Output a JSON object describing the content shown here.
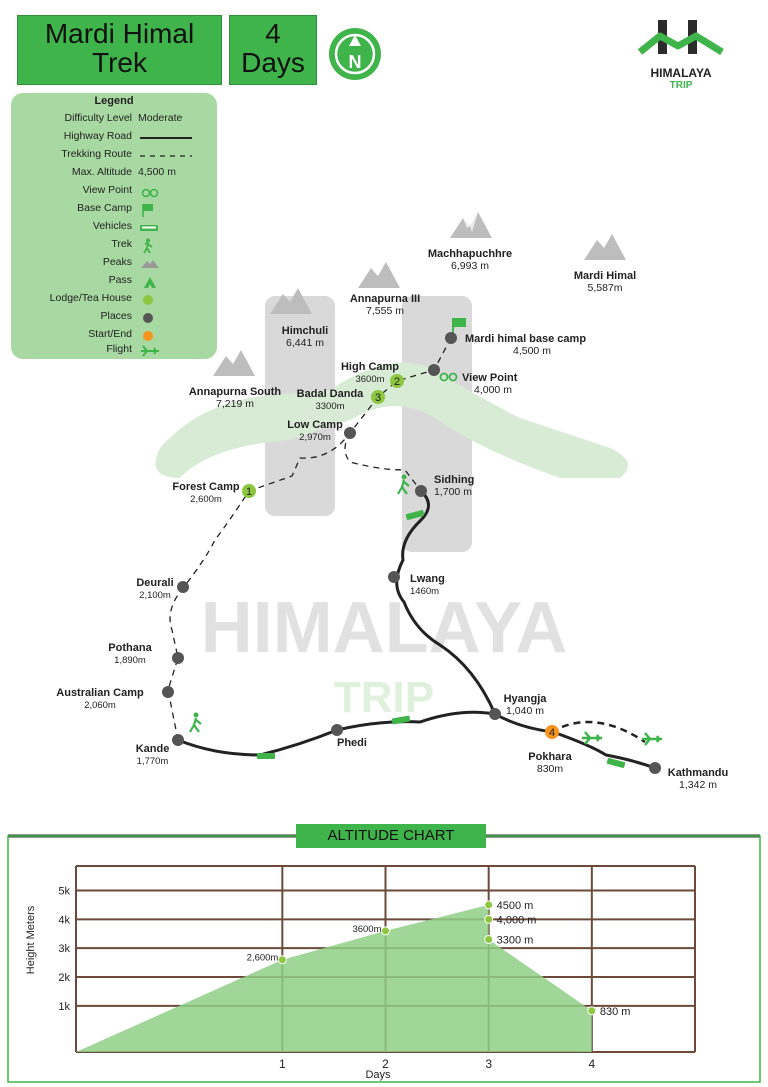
{
  "header": {
    "title_line1": "Mardi Himal",
    "title_line2": "Trek",
    "days_line1": "4",
    "days_line2": "Days",
    "north_letter": "N"
  },
  "brand": {
    "line1": "HIMALAYA",
    "line2": "TRIP",
    "watermark_line1": "HIMALAYA",
    "watermark_line2": "TRIP"
  },
  "colors": {
    "green": "#3fb44a",
    "light_green": "#a9d9a2",
    "lodge": "#8dc63f",
    "place": "#555555",
    "start_end": "#f7941d"
  },
  "legend": {
    "title": "Legend",
    "rows": [
      {
        "label": "Difficulty Level",
        "value": "Moderate"
      },
      {
        "label": "Highway Road",
        "icon": "highway-line-icon"
      },
      {
        "label": "Trekking Route",
        "icon": "dashed-route-icon"
      },
      {
        "label": "Max. Altitude",
        "value": "4,500 m"
      },
      {
        "label": "View Point",
        "icon": "binoculars-icon"
      },
      {
        "label": "Base Camp",
        "icon": "flag-icon"
      },
      {
        "label": "Vehicles",
        "icon": "bus-icon"
      },
      {
        "label": "Trek",
        "icon": "hiker-icon"
      },
      {
        "label": "Peaks",
        "icon": "peak-icon"
      },
      {
        "label": "Pass",
        "icon": "pass-icon"
      },
      {
        "label": "Lodge/Tea House",
        "icon": "lodge-dot-icon"
      },
      {
        "label": "Places",
        "icon": "place-dot-icon"
      },
      {
        "label": "Start/End",
        "icon": "start-end-dot-icon"
      },
      {
        "label": "Flight",
        "icon": "plane-icon"
      }
    ]
  },
  "peaks": [
    {
      "name": "Machhapuchhre",
      "alt": "6,993 m"
    },
    {
      "name": "Mardi Himal",
      "alt": "5,587m"
    },
    {
      "name": "Annapurna III",
      "alt": "7,555 m"
    },
    {
      "name": "Himchuli",
      "alt": "6,441 m"
    },
    {
      "name": "Annapurna South",
      "alt": "7,219 m"
    }
  ],
  "places": [
    {
      "name": "Mardi himal base camp",
      "alt": "4,500 m"
    },
    {
      "name": "High Camp",
      "alt": "3600m",
      "day": "2"
    },
    {
      "name": "View Point",
      "alt": "4,000 m"
    },
    {
      "name": "Badal Danda",
      "alt": "3300m",
      "day": "3"
    },
    {
      "name": "Low Camp",
      "alt": "2,970m"
    },
    {
      "name": "Forest Camp",
      "alt": "2,600m",
      "day": "1"
    },
    {
      "name": "Sidhing",
      "alt": "1,700 m"
    },
    {
      "name": "Lwang",
      "alt": "1460m"
    },
    {
      "name": "Deurali",
      "alt": "2,100m"
    },
    {
      "name": "Pothana",
      "alt": "1,890m"
    },
    {
      "name": "Australian Camp",
      "alt": "2,060m"
    },
    {
      "name": "Kande",
      "alt": "1,770m"
    },
    {
      "name": "Phedi",
      "alt": ""
    },
    {
      "name": "Hyangja",
      "alt": "1,040 m"
    },
    {
      "name": "Pokhara",
      "alt": "830m",
      "day": "4"
    },
    {
      "name": "Kathmandu",
      "alt": "1,342 m"
    }
  ],
  "altitude_chart": {
    "title": "ALTITUDE CHART"
  },
  "chart_data": {
    "type": "area",
    "title": "ALTITUDE CHART",
    "xlabel": "Days",
    "ylabel": "Height Meters",
    "xticks": [
      "1",
      "2",
      "3",
      "4"
    ],
    "yticks": [
      "1k",
      "2k",
      "3k",
      "4k",
      "5k"
    ],
    "xlim": [
      -1,
      5
    ],
    "ylim": [
      -600,
      5850
    ],
    "grid": true,
    "area_points": [
      {
        "x": -1,
        "y": -600
      },
      {
        "x": 1,
        "y": 2600
      },
      {
        "x": 2,
        "y": 3600
      },
      {
        "x": 3,
        "y": 4500
      },
      {
        "x": 3,
        "y": 3300
      },
      {
        "x": 4,
        "y": 830
      }
    ],
    "points": [
      {
        "x": 1,
        "y": 2600,
        "label": "2,600m"
      },
      {
        "x": 2,
        "y": 3600,
        "label": "3600m"
      },
      {
        "x": 3,
        "y": 4500,
        "label": "4500 m"
      },
      {
        "x": 3,
        "y": 4000,
        "label": "4,000 m"
      },
      {
        "x": 3,
        "y": 3300,
        "label": "3300 m"
      },
      {
        "x": 4,
        "y": 830,
        "label": "830 m"
      }
    ]
  }
}
